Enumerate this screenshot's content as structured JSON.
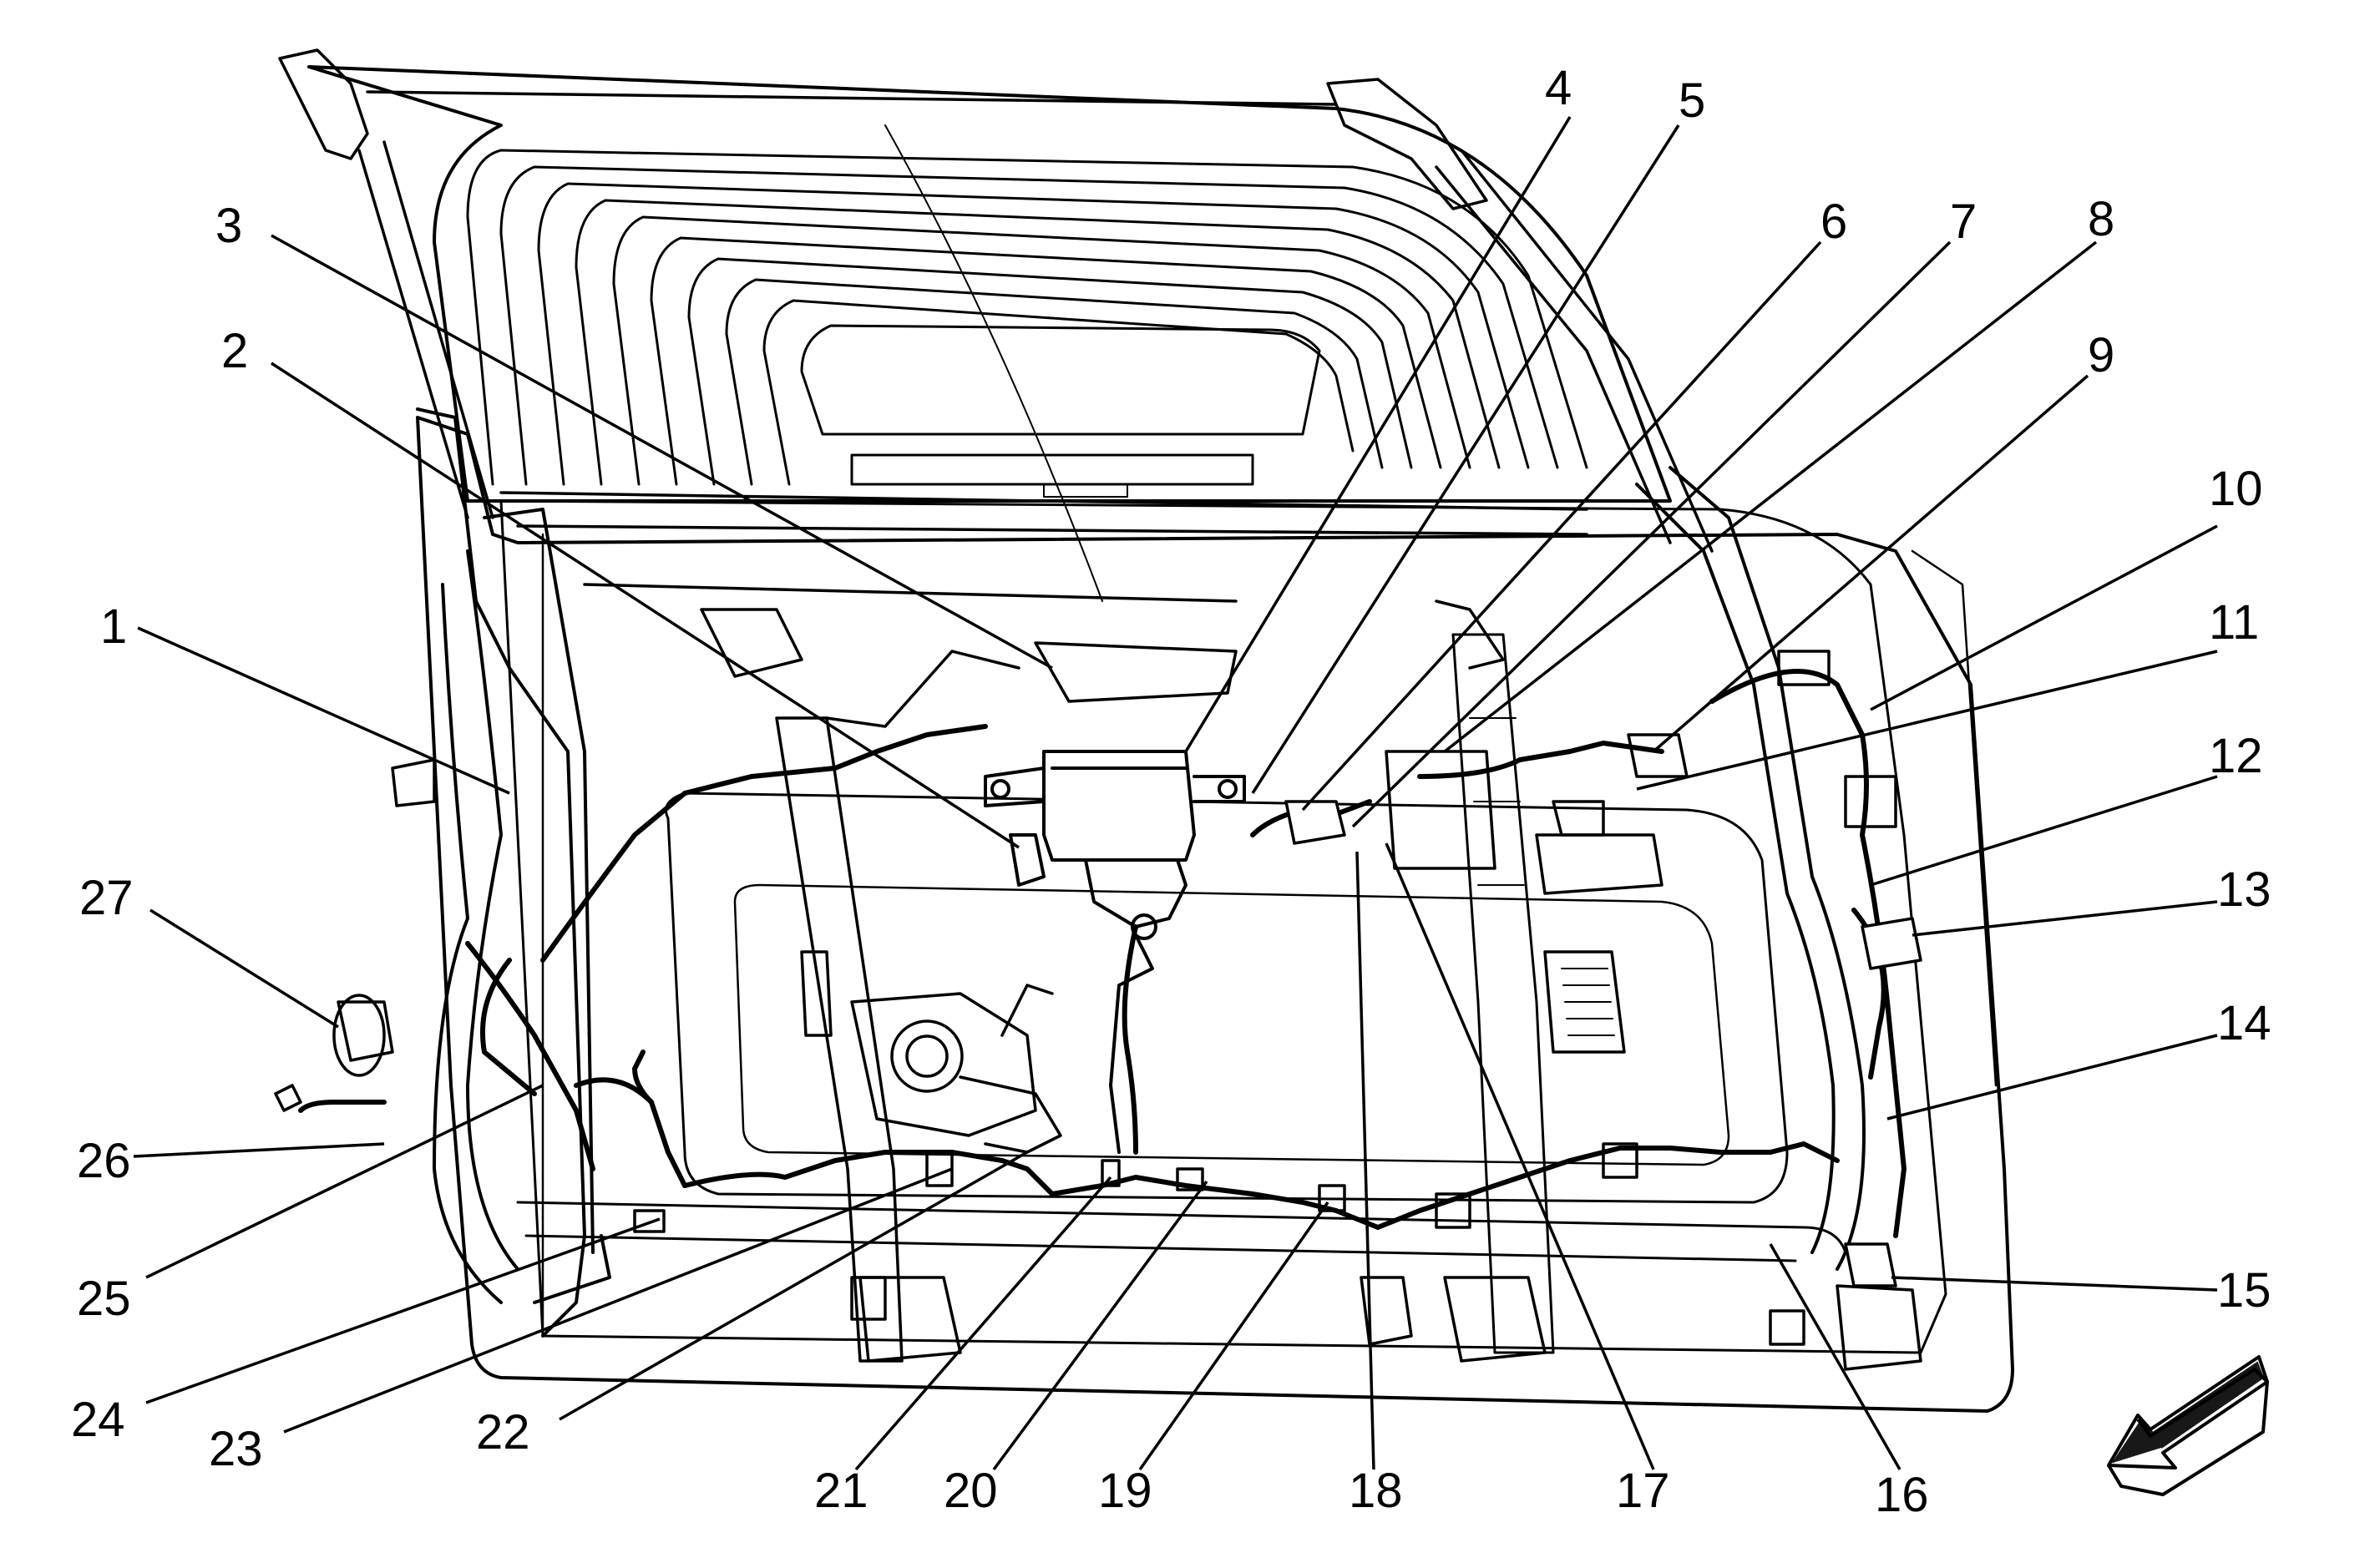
{
  "callouts": [
    {
      "id": "1",
      "text": "1"
    },
    {
      "id": "2",
      "text": "2"
    },
    {
      "id": "3",
      "text": "3"
    },
    {
      "id": "4",
      "text": "4"
    },
    {
      "id": "5",
      "text": "5"
    },
    {
      "id": "6",
      "text": "6"
    },
    {
      "id": "7",
      "text": "7"
    },
    {
      "id": "8",
      "text": "8"
    },
    {
      "id": "9",
      "text": "9"
    },
    {
      "id": "10",
      "text": "10"
    },
    {
      "id": "11",
      "text": "11"
    },
    {
      "id": "12",
      "text": "12"
    },
    {
      "id": "13",
      "text": "13"
    },
    {
      "id": "14",
      "text": "14"
    },
    {
      "id": "15",
      "text": "15"
    },
    {
      "id": "16",
      "text": "16"
    },
    {
      "id": "17",
      "text": "17"
    },
    {
      "id": "18",
      "text": "18"
    },
    {
      "id": "19",
      "text": "19"
    },
    {
      "id": "20",
      "text": "20"
    },
    {
      "id": "21",
      "text": "21"
    },
    {
      "id": "22",
      "text": "22"
    },
    {
      "id": "23",
      "text": "23"
    },
    {
      "id": "24",
      "text": "24"
    },
    {
      "id": "25",
      "text": "25"
    },
    {
      "id": "26",
      "text": "26"
    },
    {
      "id": "27",
      "text": "27"
    }
  ],
  "icons": {
    "orientation_arrow": "front-direction-arrow-icon"
  },
  "colors": {
    "line": "#000000",
    "background": "#ffffff"
  }
}
